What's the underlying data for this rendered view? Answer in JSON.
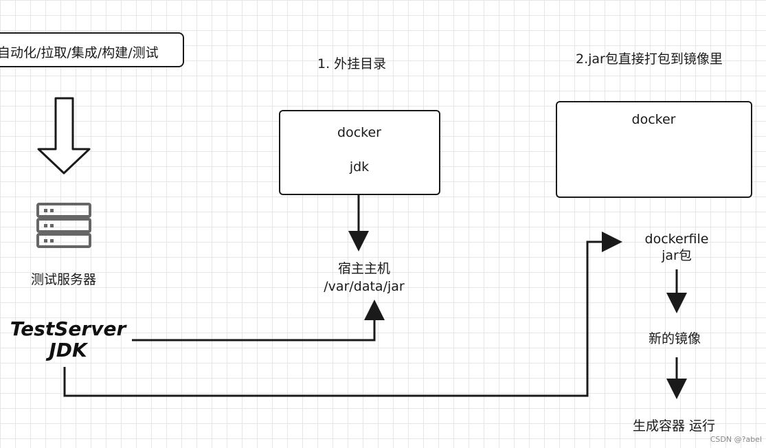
{
  "pipeline": {
    "top_box_label": "自动化/拉取/集成/构建/测试",
    "server_label": "测试服务器",
    "server_icon": "server-icon",
    "test_server_line1": "TestServer",
    "test_server_line2": "JDK"
  },
  "option1": {
    "title": "1. 外挂目录",
    "docker_label": "docker",
    "jdk_label": "jdk",
    "host_line1": "宿主主机",
    "host_line2": "/var/data/jar"
  },
  "option2": {
    "title": "2.jar包直接打包到镜像里",
    "docker_label": "docker",
    "dockerfile_line1": "dockerfile",
    "dockerfile_line2": "jar包",
    "new_image": "新的镜像",
    "run_container": "生成容器 运行"
  },
  "watermark": "CSDN @?abel"
}
